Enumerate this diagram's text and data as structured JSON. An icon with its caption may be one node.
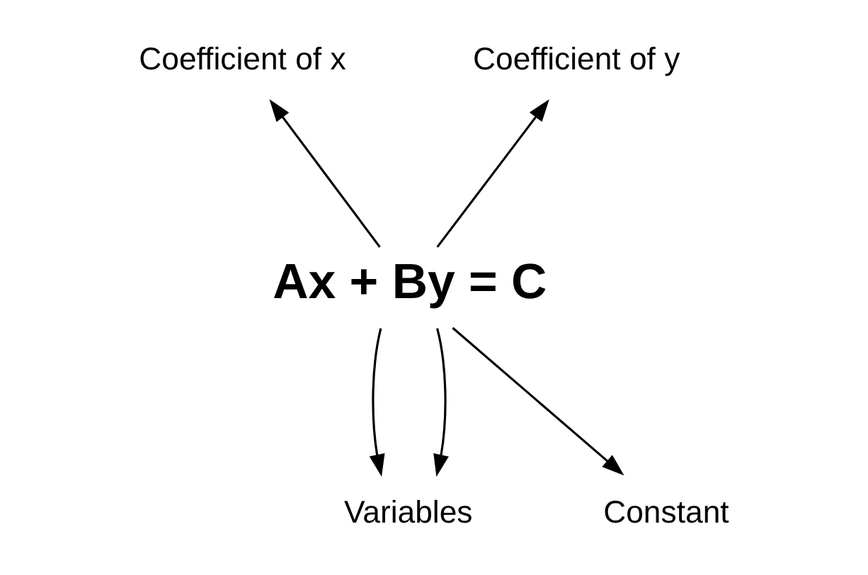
{
  "diagram": {
    "nodes": [
      {
        "text": [
          "Coefficient of x"
        ]
      },
      {
        "text": [
          "Coefficient of y"
        ]
      },
      {
        "text": [
          "Ax + By = C"
        ]
      },
      {
        "text": [
          "Variables"
        ]
      },
      {
        "text": [
          "Constant"
        ]
      }
    ],
    "edges": [
      {
        "from": 2,
        "to": 0,
        "arrow": "to"
      },
      {
        "from": 2,
        "to": 1,
        "arrow": "to"
      },
      {
        "from": 2,
        "to": 3,
        "arrow": "to"
      },
      {
        "from": 2,
        "to": 3,
        "arrow": "to"
      },
      {
        "from": 2,
        "to": 4,
        "arrow": "to"
      }
    ]
  }
}
